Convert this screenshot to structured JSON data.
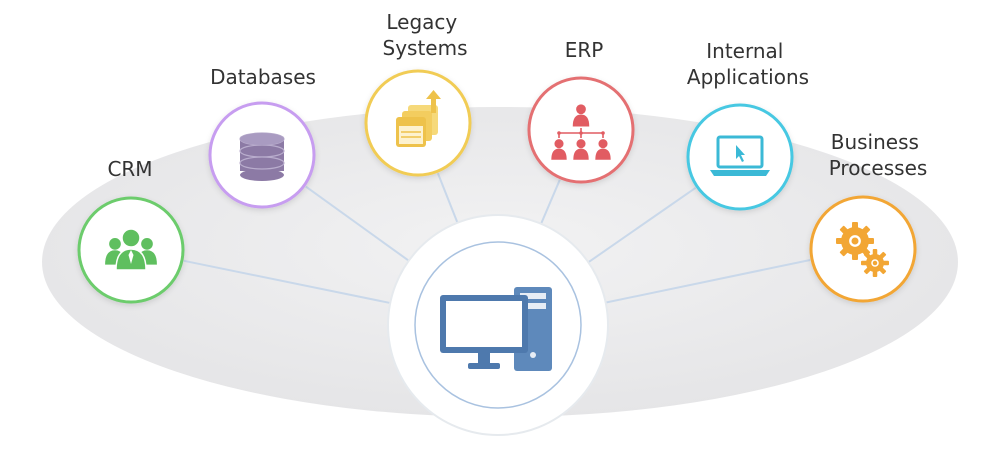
{
  "diagram": {
    "nodes": [
      {
        "id": "crm",
        "label_lines": [
          "CRM"
        ],
        "icon": "users-icon",
        "color": "#6ccc6c",
        "icon_color": "#5fbf5f"
      },
      {
        "id": "databases",
        "label_lines": [
          "Databases"
        ],
        "icon": "database-icon",
        "color": "#c79df0",
        "icon_color": "#8c7aa5"
      },
      {
        "id": "legacy-systems",
        "label_lines": [
          "Legacy",
          "Systems"
        ],
        "icon": "legacy-windows-icon",
        "color": "#f1cc55",
        "icon_color": "#eec24b"
      },
      {
        "id": "erp",
        "label_lines": [
          "ERP"
        ],
        "icon": "org-chart-icon",
        "color": "#e46f72",
        "icon_color": "#e15c62"
      },
      {
        "id": "internal-applications",
        "label_lines": [
          "Internal",
          "Applications"
        ],
        "icon": "laptop-icon",
        "color": "#47c8e2",
        "icon_color": "#3bb9d6"
      },
      {
        "id": "business-processes",
        "label_lines": [
          "Business",
          "Processes"
        ],
        "icon": "gears-icon",
        "color": "#f2a634",
        "icon_color": "#f2a634"
      }
    ],
    "center": {
      "icon": "desktop-computer-icon",
      "color": "#4e79ad",
      "ring_color": "#a9c2e0"
    },
    "colors": {
      "backdrop": "#e9e9ea",
      "connector": "#c9d8ea",
      "label": "#333333"
    }
  }
}
